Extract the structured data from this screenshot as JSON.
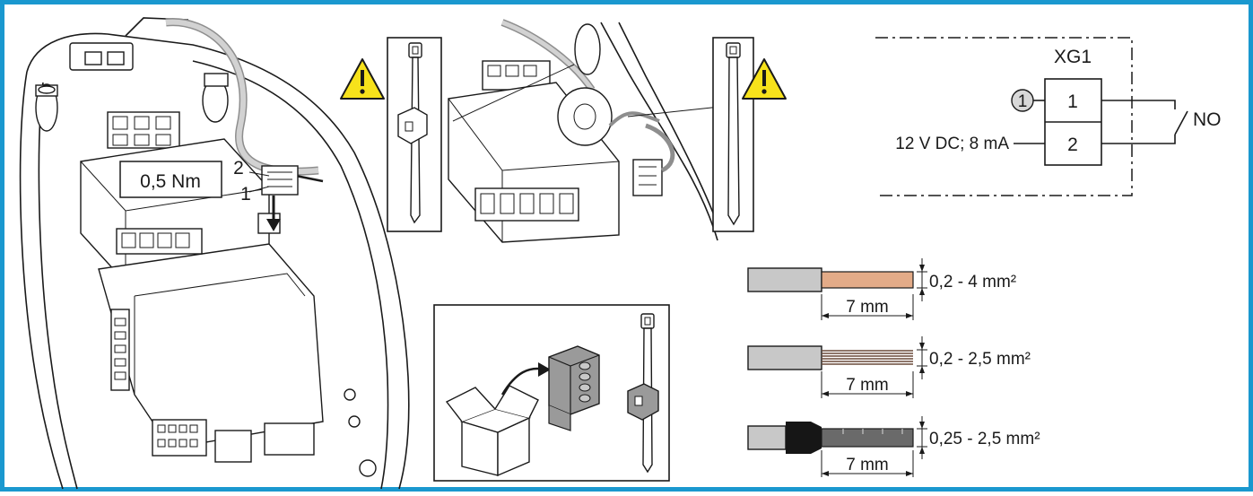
{
  "colors": {
    "border": "#1a98cf",
    "warning_yellow": "#f7e21b",
    "copper": "#e3ab88",
    "grey_insulation": "#c8c8c8",
    "ferrule_black": "#161616",
    "line": "#1a1a1a"
  },
  "installation": {
    "torque": "0,5 Nm",
    "pin2": "2",
    "pin1": "1"
  },
  "icons": {
    "warning_left": "warning-triangle-icon",
    "warning_right": "warning-triangle-icon",
    "cable_tie": "cable-tie-icon",
    "box": "package-box-icon",
    "plug": "terminal-plug-icon"
  },
  "schematic": {
    "connector": "XG1",
    "terminal1": "1",
    "terminal2": "2",
    "callout": "1",
    "supply": "12 V DC; 8 mA",
    "contact": "NO"
  },
  "wires": [
    {
      "strip_length": "7 mm",
      "cross_section": "0,2 - 4 mm²",
      "type": "solid"
    },
    {
      "strip_length": "7 mm",
      "cross_section": "0,2 - 2,5 mm²",
      "type": "stranded"
    },
    {
      "strip_length": "7 mm",
      "cross_section": "0,25 - 2,5 mm²",
      "type": "ferrule"
    }
  ]
}
